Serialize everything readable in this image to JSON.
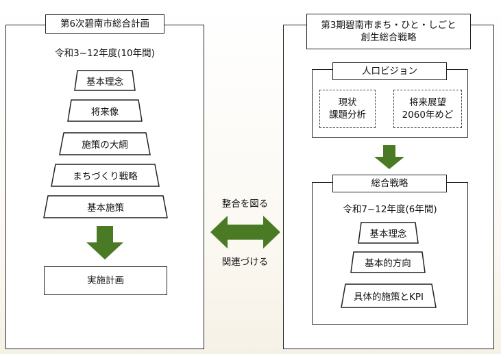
{
  "colors": {
    "arrow": "#4a7a23",
    "line": "#222222"
  },
  "left": {
    "title": "第6次碧南市総合計画",
    "period": "令和3~12年度(10年間)",
    "levels": [
      "基本理念",
      "将来像",
      "施策の大綱",
      "まちづくり戦略",
      "基本施策"
    ],
    "result": "実施計画"
  },
  "center": {
    "top_label": "整合を図る",
    "bottom_label": "関連づける"
  },
  "right": {
    "title_line1": "第3期碧南市まち・ひと・しごと",
    "title_line2": "創生総合戦略",
    "vision": {
      "title": "人口ビジョン",
      "current_line1": "現状",
      "current_line2": "課題分析",
      "future_line1": "将来展望",
      "future_line2": "2060年めど"
    },
    "strategy": {
      "title": "総合戦略",
      "period": "令和7~12年度(6年間)",
      "levels": [
        "基本理念",
        "基本的方向",
        "具体的施策とKPI"
      ]
    }
  }
}
